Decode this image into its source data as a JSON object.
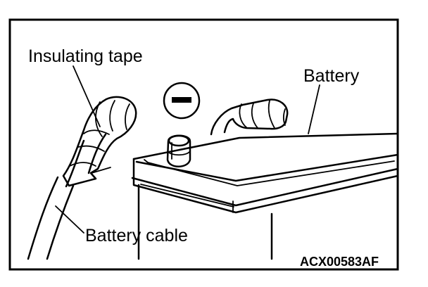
{
  "labels": {
    "insulating_tape": "Insulating tape",
    "battery": "Battery",
    "battery_cable": "Battery cable",
    "figure_code": "ACX00583AF"
  },
  "icons": {
    "terminal_sign": "minus-sign-icon"
  },
  "colors": {
    "ink": "#000000",
    "paper": "#ffffff"
  }
}
